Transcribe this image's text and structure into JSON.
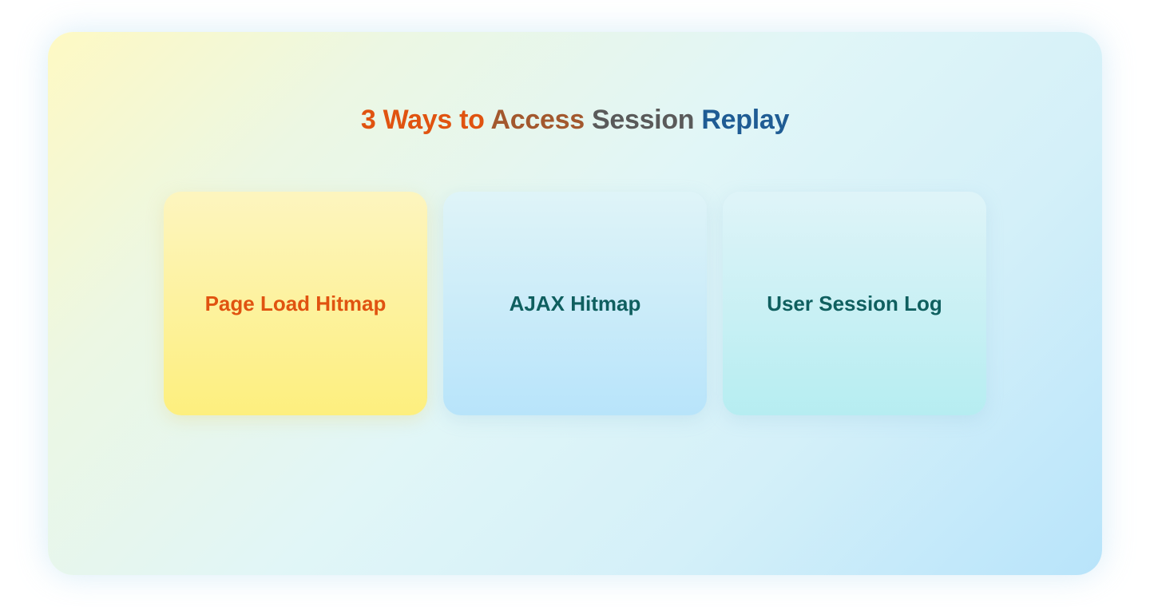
{
  "title": {
    "segments": [
      {
        "text": "3 Ways to ",
        "color": "#e05310"
      },
      {
        "text": "Access ",
        "color": "#a3582e"
      },
      {
        "text": "Session ",
        "color": "#5a5a5a"
      },
      {
        "text": "Replay",
        "color": "#1f5c94"
      }
    ]
  },
  "cards": [
    {
      "label": "Page Load Hitmap",
      "color": "#e05310"
    },
    {
      "label": "AJAX Hitmap",
      "color": "#0f5f5f"
    },
    {
      "label": "User Session Log",
      "color": "#0f5f5f"
    }
  ]
}
